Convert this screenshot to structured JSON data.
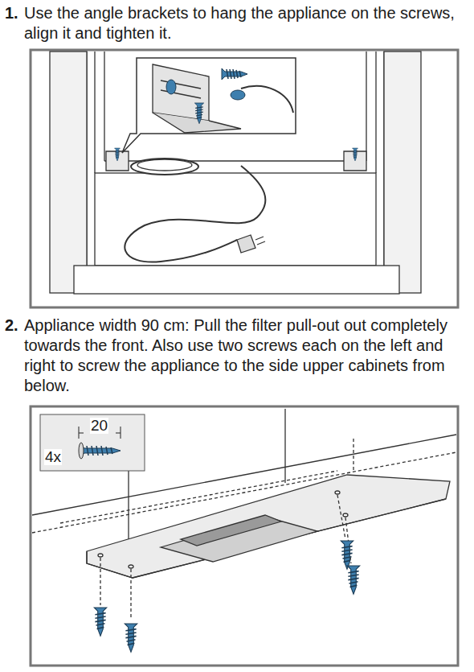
{
  "diagram": {
    "labels": [
      "1.",
      "Use the angle brackets to hang the appliance on the screws, align it and tighten it.",
      "2.",
      "Appliance width 90 cm: Pull the filter pull-out out completely towards the front. Also use two screws each on the left and right to screw the appliance to the side upper cabinets from below.",
      "20",
      "4x"
    ]
  }
}
